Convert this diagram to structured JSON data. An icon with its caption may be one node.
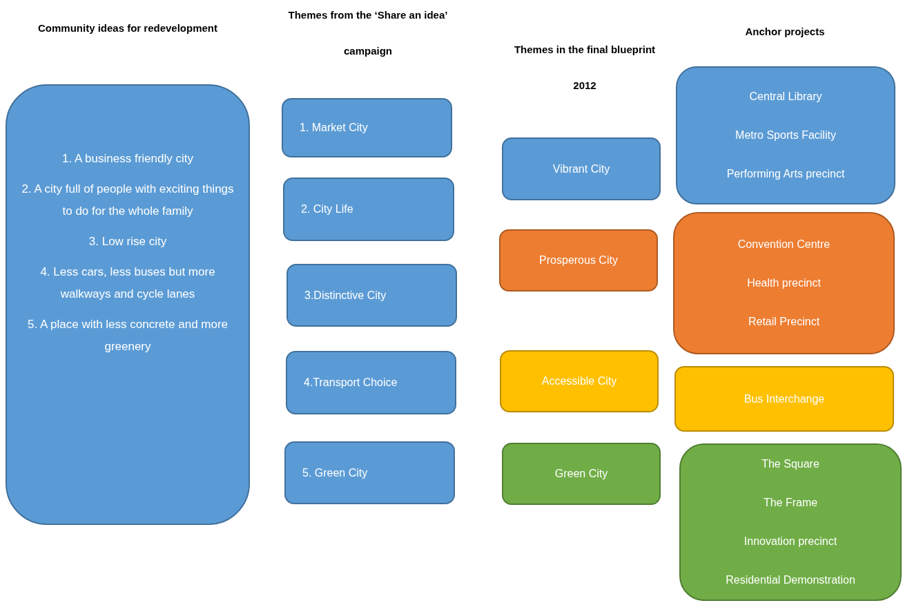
{
  "diagram": {
    "nodes": [
      {
        "text": [
          "1. A business friendly city",
          "2. A city full of people with exciting things to do for the whole family",
          "3. Low rise city",
          "4. Less cars, less buses but more walkways and cycle lanes",
          "5. A place with less concrete and more greenery"
        ]
      },
      {
        "text": [
          "1. Market City"
        ]
      },
      {
        "text": [
          "2. City Life"
        ]
      },
      {
        "text": [
          "3.Distinctive City"
        ]
      },
      {
        "text": [
          "4.Transport Choice"
        ]
      },
      {
        "text": [
          "5. Green City"
        ]
      },
      {
        "text": [
          "Vibrant City"
        ]
      },
      {
        "text": [
          "Prosperous City"
        ]
      },
      {
        "text": [
          "Accessible City"
        ]
      },
      {
        "text": [
          "Green City"
        ]
      },
      {
        "text": [
          "Central Library",
          "Metro Sports Facility",
          "Performing Arts precinct"
        ]
      },
      {
        "text": [
          "Convention Centre",
          "Health precinct",
          "Retail Precinct"
        ]
      },
      {
        "text": [
          "Bus Interchange"
        ]
      },
      {
        "text": [
          "The Square",
          "The Frame",
          "Innovation precinct",
          "Residential Demonstration"
        ]
      }
    ],
    "labels": [
      "Community ideas for redevelopment",
      "Themes from the ‘Share an idea’ campaign",
      "Themes in the final blueprint 2012",
      "Anchor projects"
    ]
  }
}
